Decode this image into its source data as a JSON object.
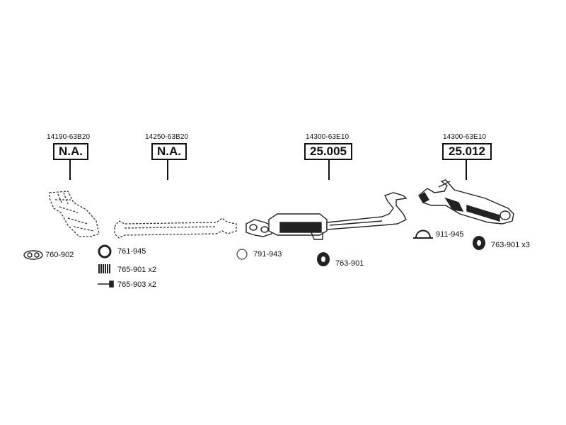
{
  "sections": [
    {
      "part_number": "14190-63B20",
      "code": "N.A."
    },
    {
      "part_number": "14250-63B20",
      "code": "N.A."
    },
    {
      "part_number": "14300-63E10",
      "code": "25.005"
    },
    {
      "part_number": "14300-63E10",
      "code": "25.012"
    }
  ],
  "accessories": {
    "gasket_oval": "760-902",
    "ring": "761-945",
    "spring": "765-901 x2",
    "bolt": "765-903 x2",
    "ring_small": "791-943",
    "hanger_mid": "763-901",
    "clamp": "911-945",
    "hanger_rear": "763-901 x3"
  }
}
